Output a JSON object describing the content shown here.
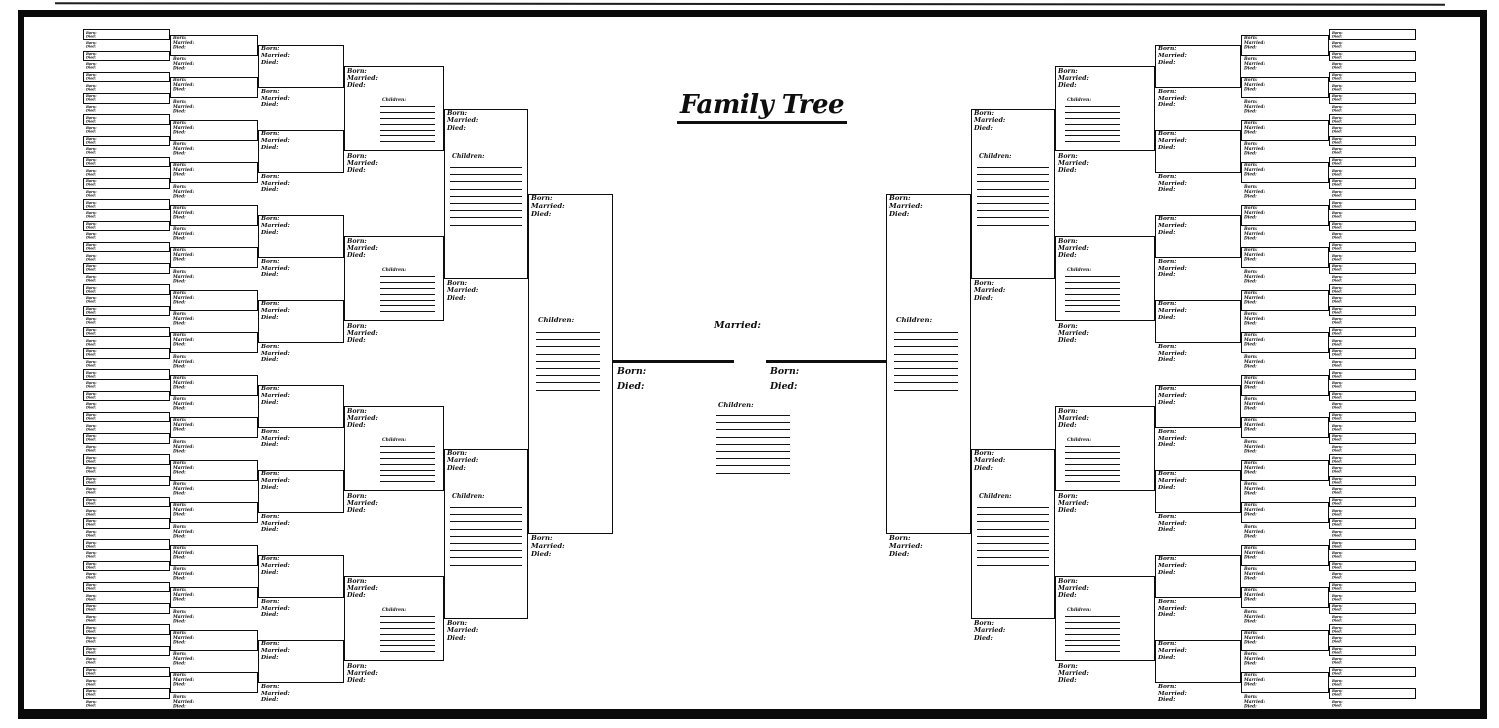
{
  "title": "Family Tree",
  "center_couple": {
    "married_label": "Married:",
    "father_label": [
      "Born:",
      "Died:"
    ],
    "mother_label": [
      "Born:",
      "Died:"
    ],
    "children_label": "Children:",
    "children_line_count": 9
  },
  "labels": {
    "person_full": [
      "Born:",
      "Married:",
      "Died:"
    ],
    "person_short": [
      "Born:",
      "Died:"
    ],
    "children": "Children:"
  },
  "structure": {
    "sides": [
      "left",
      "right"
    ],
    "generations_per_side": [
      {
        "name": "generation-6-outermost",
        "couples": 32,
        "label_style": "person_short",
        "children_line_count": 0
      },
      {
        "name": "generation-5",
        "couples": 16,
        "label_style": "person_full",
        "children_line_count": 0
      },
      {
        "name": "generation-4",
        "couples": 8,
        "label_style": "person_full",
        "children_line_count": 0
      },
      {
        "name": "generation-3",
        "couples": 4,
        "label_style": "person_full",
        "children_line_count": 7
      },
      {
        "name": "generation-2",
        "couples": 2,
        "label_style": "person_full",
        "children_line_count": 9
      },
      {
        "name": "generation-1-parents",
        "couples": 1,
        "label_style": "person_full",
        "children_line_count": 9
      }
    ]
  },
  "colors": {
    "ink": "#0e0e0e",
    "paper": "#ffffff"
  }
}
